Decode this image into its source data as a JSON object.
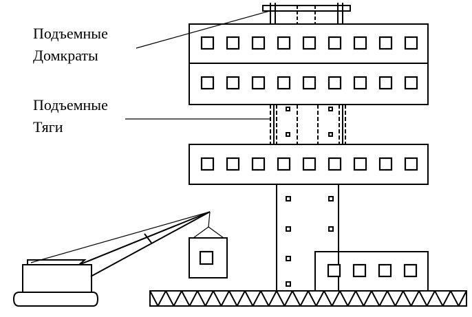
{
  "labels": {
    "jacks_line1": "Подъемные",
    "jacks_line2": "Домкраты",
    "rods_line1": "Подъемные",
    "rods_line2": "Тяги"
  }
}
